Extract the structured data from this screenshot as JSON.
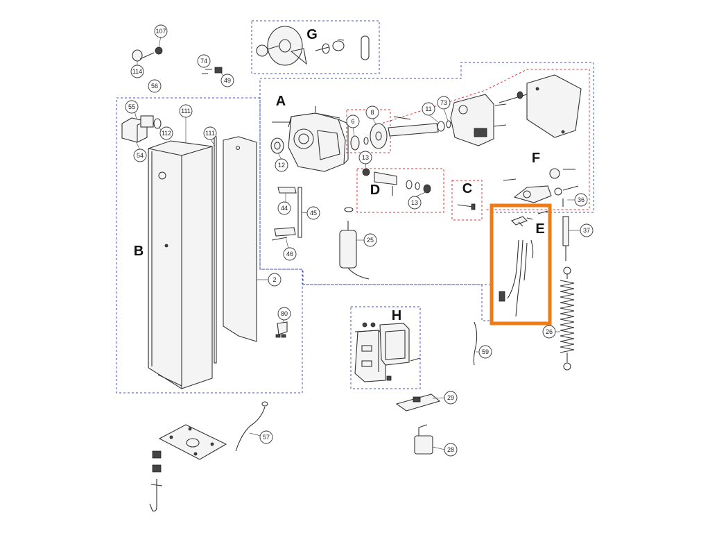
{
  "groups": {
    "A": "A",
    "B": "B",
    "C": "C",
    "D": "D",
    "E": "E",
    "F": "F",
    "G": "G",
    "H": "H"
  },
  "parts": [
    "107",
    "114",
    "74",
    "49",
    "56",
    "55",
    "111",
    "112",
    "54",
    "111",
    "12",
    "6",
    "8",
    "11",
    "73",
    "13",
    "44",
    "45",
    "46",
    "25",
    "13",
    "36",
    "37",
    "2",
    "80",
    "26",
    "59",
    "29",
    "57",
    "28"
  ],
  "colors": {
    "blue_box": "#3b4ec4",
    "red_box": "#e03030",
    "highlight": "#f27a12"
  }
}
